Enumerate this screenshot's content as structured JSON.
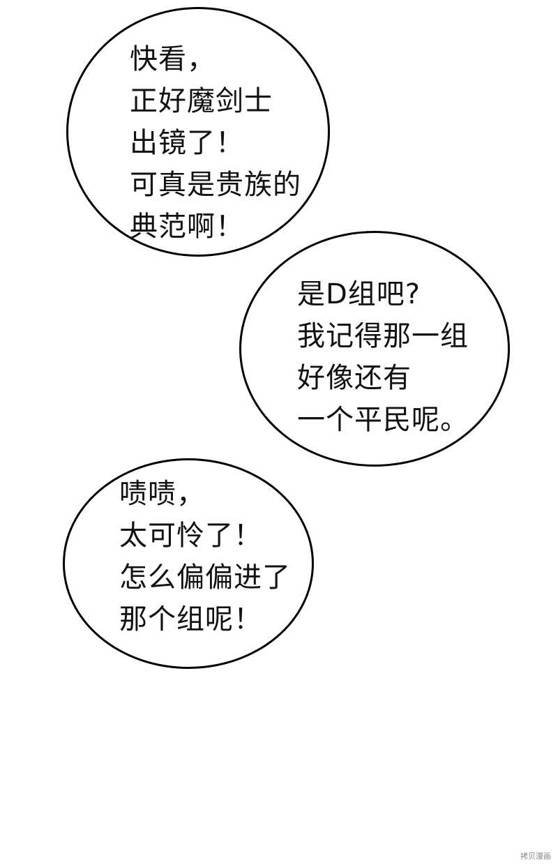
{
  "bubbles": [
    {
      "lines": [
        "快看，",
        "正好魔剑士",
        "出镜了！",
        "可真是贵族的",
        "典范啊！"
      ]
    },
    {
      "lines": [
        "是D组吧?",
        "我记得那一组",
        "好像还有",
        "一个平民呢。"
      ]
    },
    {
      "lines": [
        "啧啧，",
        "太可怜了！",
        "怎么偏偏进了",
        "那个组呢！"
      ]
    }
  ],
  "watermark": "拷贝漫画"
}
